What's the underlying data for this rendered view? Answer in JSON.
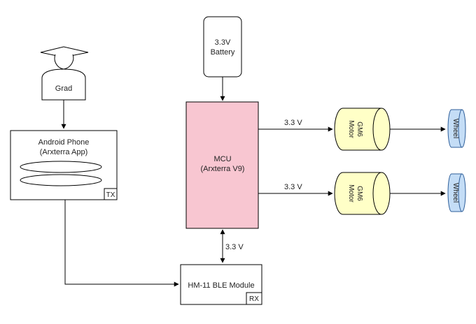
{
  "colors": {
    "mcu_fill": "#f8c6d1",
    "motor_fill": "#ffffc7",
    "wheel_fill": "#c4ddf6",
    "wheel_stroke": "#2f5f9a",
    "line": "#000000",
    "box_fill": "#ffffff"
  },
  "battery": {
    "line1": "3.3V",
    "line2": "Battery"
  },
  "grad": {
    "label": "Grad"
  },
  "phone": {
    "line1": "Android Phone",
    "line2": "(Arxterra App)",
    "tx": "TX"
  },
  "mcu": {
    "line1": "MCU",
    "line2": "(Arxterra V9)"
  },
  "ble": {
    "label": "HM-11 BLE Module",
    "rx": "RX"
  },
  "motor_top": {
    "line1": "GM6",
    "line2": "Motor"
  },
  "motor_bottom": {
    "line1": "GM6",
    "line2": "Motor"
  },
  "wheel_top": {
    "label": "Wheel"
  },
  "wheel_bottom": {
    "label": "Wheel"
  },
  "edges": {
    "mcu_to_motor_top": "3.3 V",
    "mcu_to_motor_bottom": "3.3 V",
    "mcu_to_ble": "3.3 V"
  }
}
